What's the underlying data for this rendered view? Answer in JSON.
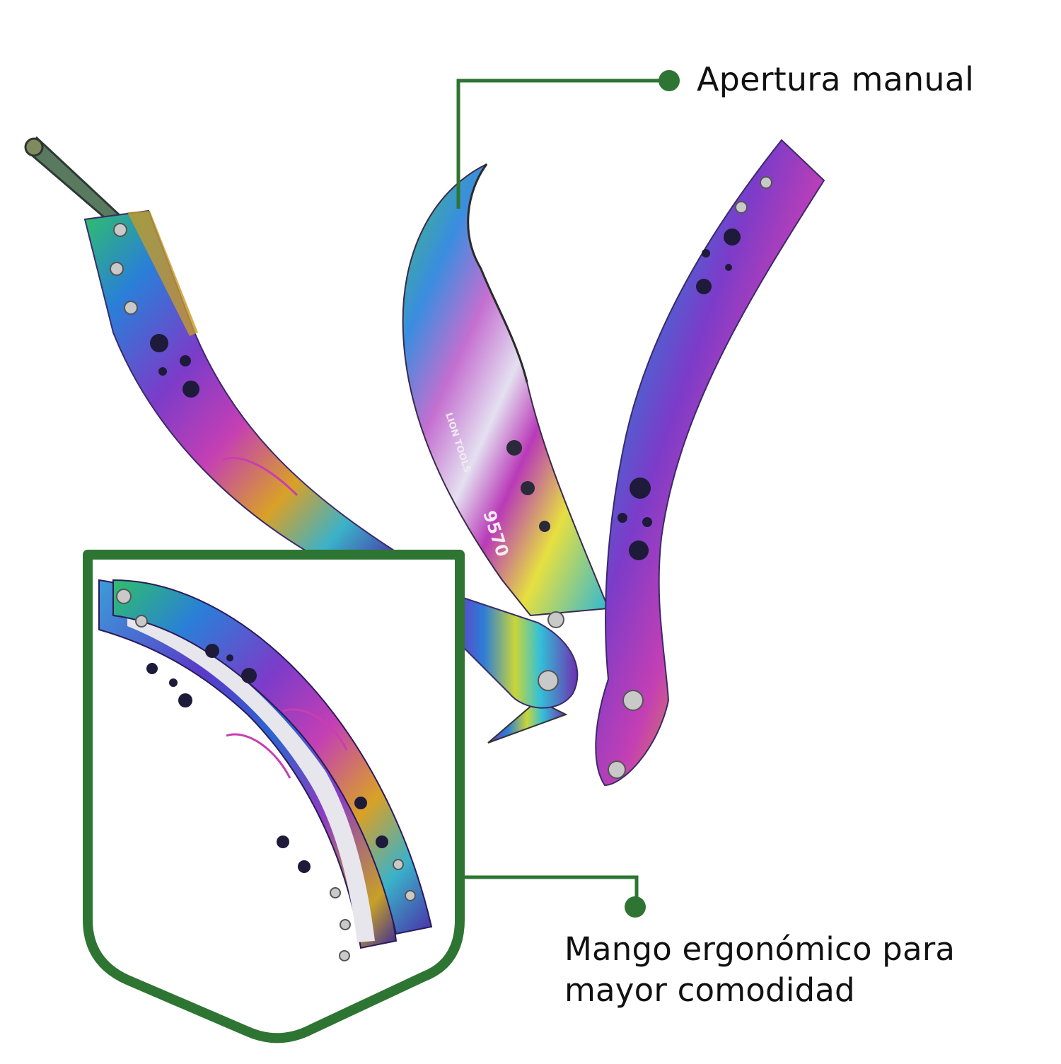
{
  "infographic": {
    "accent_color": "#2e7533",
    "callouts": [
      {
        "id": "top",
        "text": "Apertura manual"
      },
      {
        "id": "bottom",
        "text": "Mango ergonómico para mayor comodidad"
      }
    ],
    "product": {
      "engraving_brand": "LION TOOLS",
      "engraving_model": "9570",
      "description": "Iridescent rainbow balisong-style knife with curved blade and perforated handles; inset shows closed handles close-up"
    }
  }
}
